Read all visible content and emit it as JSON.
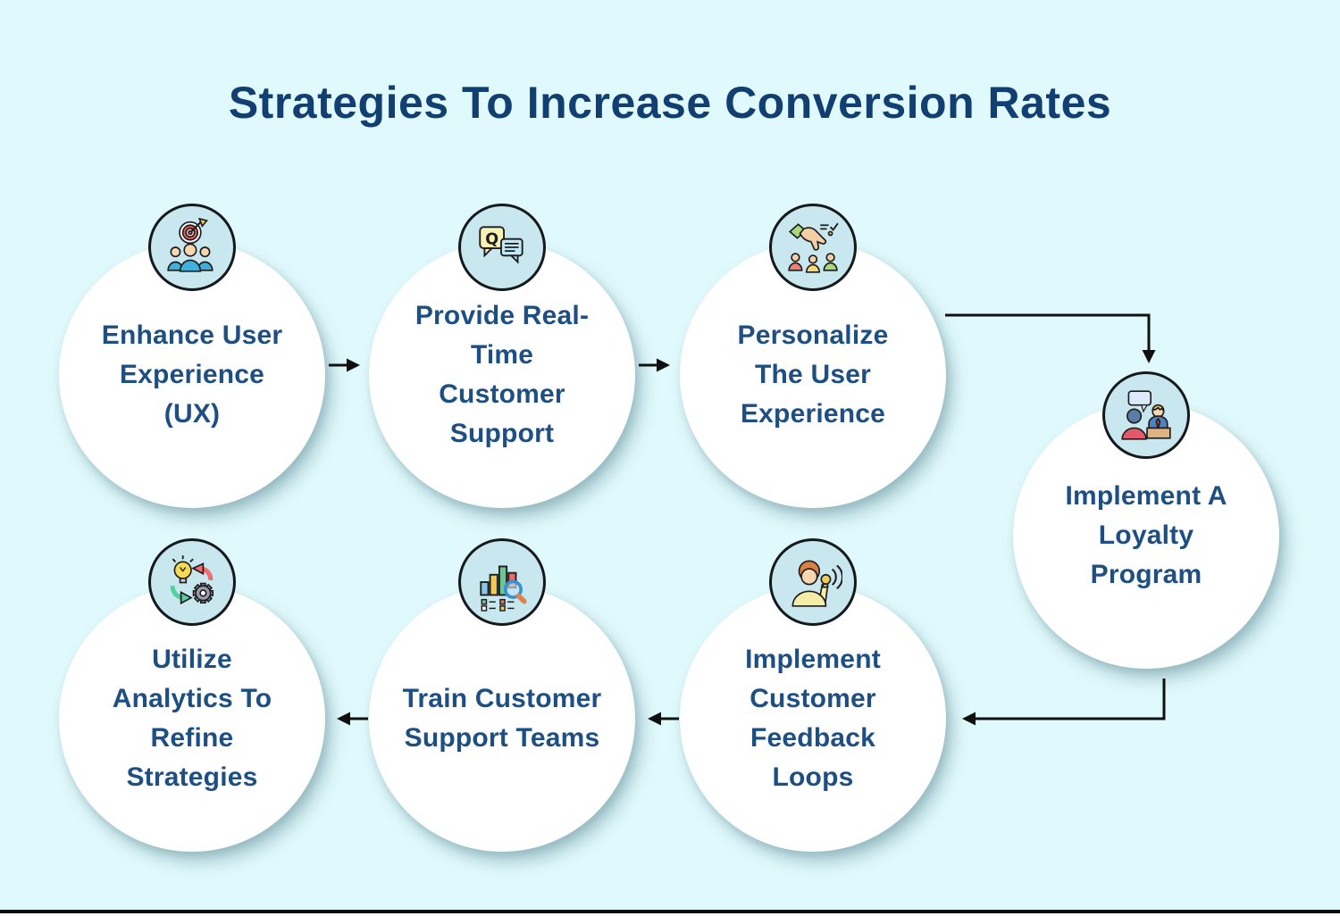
{
  "title": "Strategies To Increase Conversion Rates",
  "nodes": [
    {
      "id": "enhance-ux",
      "label": "Enhance User\nExperience\n(UX)",
      "icon": "target-audience-icon"
    },
    {
      "id": "real-time-support",
      "label": "Provide Real-\nTime\nCustomer\nSupport",
      "icon": "question-answer-chat-icon"
    },
    {
      "id": "personalize-ux",
      "label": "Personalize\nThe User\nExperience",
      "icon": "hand-picking-user-icon"
    },
    {
      "id": "loyalty-program",
      "label": "Implement A\nLoyalty\nProgram",
      "icon": "service-desk-chat-icon"
    },
    {
      "id": "feedback-loops",
      "label": "Implement\nCustomer\nFeedback\nLoops",
      "icon": "listening-idea-icon"
    },
    {
      "id": "train-support-teams",
      "label": "Train Customer\nSupport Teams",
      "icon": "chart-magnifier-icon"
    },
    {
      "id": "refine-strategies",
      "label": "Utilize\nAnalytics To\nRefine\nStrategies",
      "icon": "idea-gear-cycle-icon"
    }
  ],
  "connectors": [
    {
      "from": "enhance-ux",
      "to": "real-time-support",
      "shape": "right"
    },
    {
      "from": "real-time-support",
      "to": "personalize-ux",
      "shape": "right"
    },
    {
      "from": "personalize-ux",
      "to": "loyalty-program",
      "shape": "right-then-down"
    },
    {
      "from": "loyalty-program",
      "to": "feedback-loops",
      "shape": "down-then-left"
    },
    {
      "from": "feedback-loops",
      "to": "train-support-teams",
      "shape": "left"
    },
    {
      "from": "train-support-teams",
      "to": "refine-strategies",
      "shape": "left"
    }
  ],
  "colors": {
    "background": "#e0f9fc",
    "node_fill": "#ffffff",
    "icon_badge_fill": "#c8e7ee",
    "icon_badge_border": "#15191c",
    "node_text": "#1d4f83",
    "title_text": "#123f72",
    "connector": "#101010"
  }
}
